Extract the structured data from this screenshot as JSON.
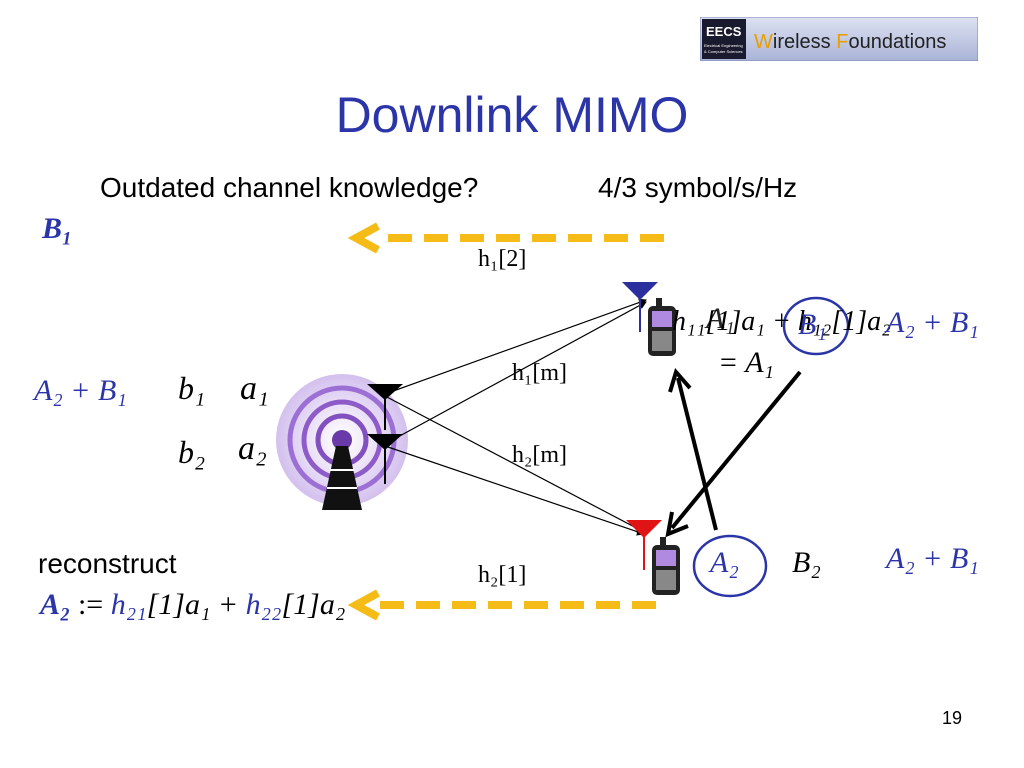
{
  "logo": {
    "tag": "EECS",
    "subtag1": "Electrical Engineering",
    "subtag2": "& Computer Sciences",
    "text_w": "W",
    "text_ireless": "ireless ",
    "text_f": "F",
    "text_oundations": "oundations"
  },
  "title": "Downlink MIMO",
  "subtitle_left": "Outdated channel knowledge?",
  "subtitle_right": "4/3 symbol/s/Hz",
  "labels": {
    "B1_top": "B₁",
    "h1_2": "h₁[2]",
    "h1_m": "h₁[m]",
    "h2_m": "h₂[m]",
    "h2_1": "h₂[1]",
    "A2_B1_left": "A₂ + B₁",
    "b1": "b₁",
    "a1": "a₁",
    "b2": "b₂",
    "a2": "a₂",
    "rx1_expr": "h₁₁[1]a₁ + h₁₂[1]a₂",
    "rx1_A1": "A₁",
    "rx1_eqA1": "= A₁",
    "rx1_B1": "B₁",
    "rx1_A2_B1": "A₂ + B₁",
    "rx2_A2": "A₂",
    "rx2_B2": "B₂",
    "rx2_A2_B1": "A₂ + B₁",
    "reconstruct": "reconstruct",
    "recon_A2": "A₂",
    "recon_eq": " := ",
    "recon_h21": "h₂₁",
    "recon_mid1": "[1]a₁ + ",
    "recon_h22": "h₂₂",
    "recon_mid2": "[1]a₂"
  },
  "slide_number": "19",
  "colors": {
    "title_blue": "#2b35a8",
    "arrow_yellow": "#f5bc18",
    "antenna_blue": "#2b2f9e",
    "antenna_red": "#e01414",
    "tower_purple": "#8e5cc8"
  }
}
